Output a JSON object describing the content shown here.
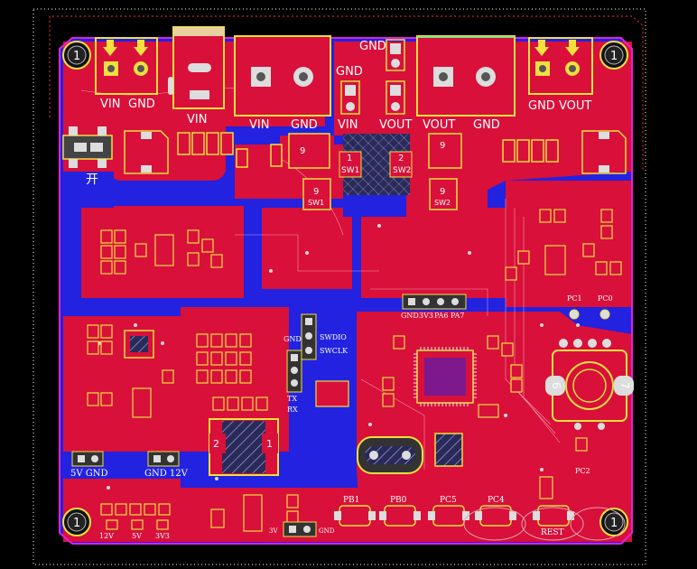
{
  "board": {
    "colors": {
      "top_copper": "#d8103a",
      "bottom_copper": "#2222e0",
      "silkscreen": "#f0e040",
      "outline_yellow": "#f0c800",
      "outline_magenta": "#e020e0",
      "background": "#000000",
      "keepout": "#ffffff"
    }
  },
  "mounting_holes": [
    {
      "label": "1"
    },
    {
      "label": "1"
    },
    {
      "label": "1"
    },
    {
      "label": "1"
    }
  ],
  "top_connectors": {
    "vin_gnd_left": {
      "vin": "VIN",
      "gnd": "GND"
    },
    "dc_jack": {
      "label": "VIN"
    },
    "terminal_in": {
      "vin": "VIN",
      "gnd": "GND"
    },
    "pin_header_vin": {
      "gnd": "GND",
      "vin": "VIN"
    },
    "pin_header_vout": {
      "gnd": "GND",
      "vout": "VOUT"
    },
    "terminal_out": {
      "vout": "VOUT",
      "gnd": "GND"
    },
    "gnd_vout_right": {
      "gnd": "GND",
      "vout": "VOUT"
    }
  },
  "switch_area": {
    "power_switch_label": "开",
    "sw1_pad1": "1",
    "sw1_label": "SW1",
    "sw2_pad2": "2",
    "sw2_label": "SW2",
    "sw_small_1": "SW1",
    "sw_small_2": "SW2",
    "pad9_a": "9",
    "pad9_b": "9",
    "pad9_c": "9",
    "pad9_d": "9"
  },
  "uart_header": {
    "labels": [
      "GND",
      "3V3",
      "PA6",
      "PA7"
    ]
  },
  "swd_header": {
    "gnd": "GND",
    "swdio": "SWDIO",
    "swclk": "SWCLK"
  },
  "serial_header": {
    "tx": "TX",
    "rx": "RX"
  },
  "pc_pins": {
    "pc1": "PC1",
    "pc0": "PC0",
    "pc2": "PC2"
  },
  "encoder": {
    "pin6": "6",
    "pin7": "7"
  },
  "relay_pads": {
    "p2": "2",
    "p1": "1"
  },
  "power_out_headers": {
    "left": "5V GND",
    "right": "GND 12V"
  },
  "bottom_voltage_labels": [
    "12V",
    "5V",
    "3V3"
  ],
  "bottom_header": {
    "gnd": "GND",
    "v3": "3V"
  },
  "buttons": [
    "PB1",
    "PB0",
    "PC5",
    "PC4",
    "REST"
  ]
}
